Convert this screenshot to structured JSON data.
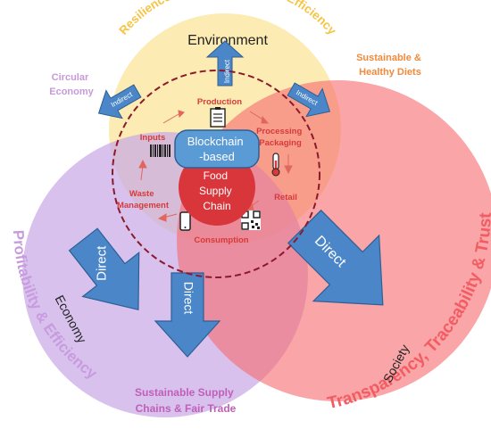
{
  "circles": {
    "environment": {
      "label": "Environment",
      "arc_label": "Resilience & Natural Resource Efficiency",
      "color": "#fce7a5"
    },
    "economy": {
      "label": "Economy",
      "arc_label": "Profitability & Efficiency",
      "color": "#c9a9e6"
    },
    "society": {
      "label": "Society",
      "arc_label": "Transparency, Traceability & Trust",
      "color": "#f76d72"
    }
  },
  "overlap_labels": {
    "circular_economy": [
      "Circular",
      "Economy"
    ],
    "sustainable_diets": [
      "Sustainable &",
      "Healthy Diets"
    ],
    "supply_chains": [
      "Sustainable Supply",
      "Chains & Fair Trade"
    ]
  },
  "arrows": {
    "indirect": "Indirect",
    "direct": "Direct"
  },
  "core": {
    "blockchain": [
      "Blockchain",
      "-based"
    ],
    "food_chain": [
      "Food",
      "Supply",
      "Chain"
    ]
  },
  "stages": {
    "production": "Production",
    "processing": [
      "Processing",
      "Packaging"
    ],
    "retail": "Retail",
    "consumption": "Consumption",
    "waste": [
      "Waste",
      "Management"
    ],
    "inputs": "Inputs"
  },
  "colors": {
    "arrow_blue": "#4a86c8",
    "arrow_stroke": "#2e5f95",
    "stage_red": "#d63a3a",
    "core_blue": "#5b9bd5",
    "core_red": "#d9363b",
    "dash_ring": "#8b1a2b"
  }
}
